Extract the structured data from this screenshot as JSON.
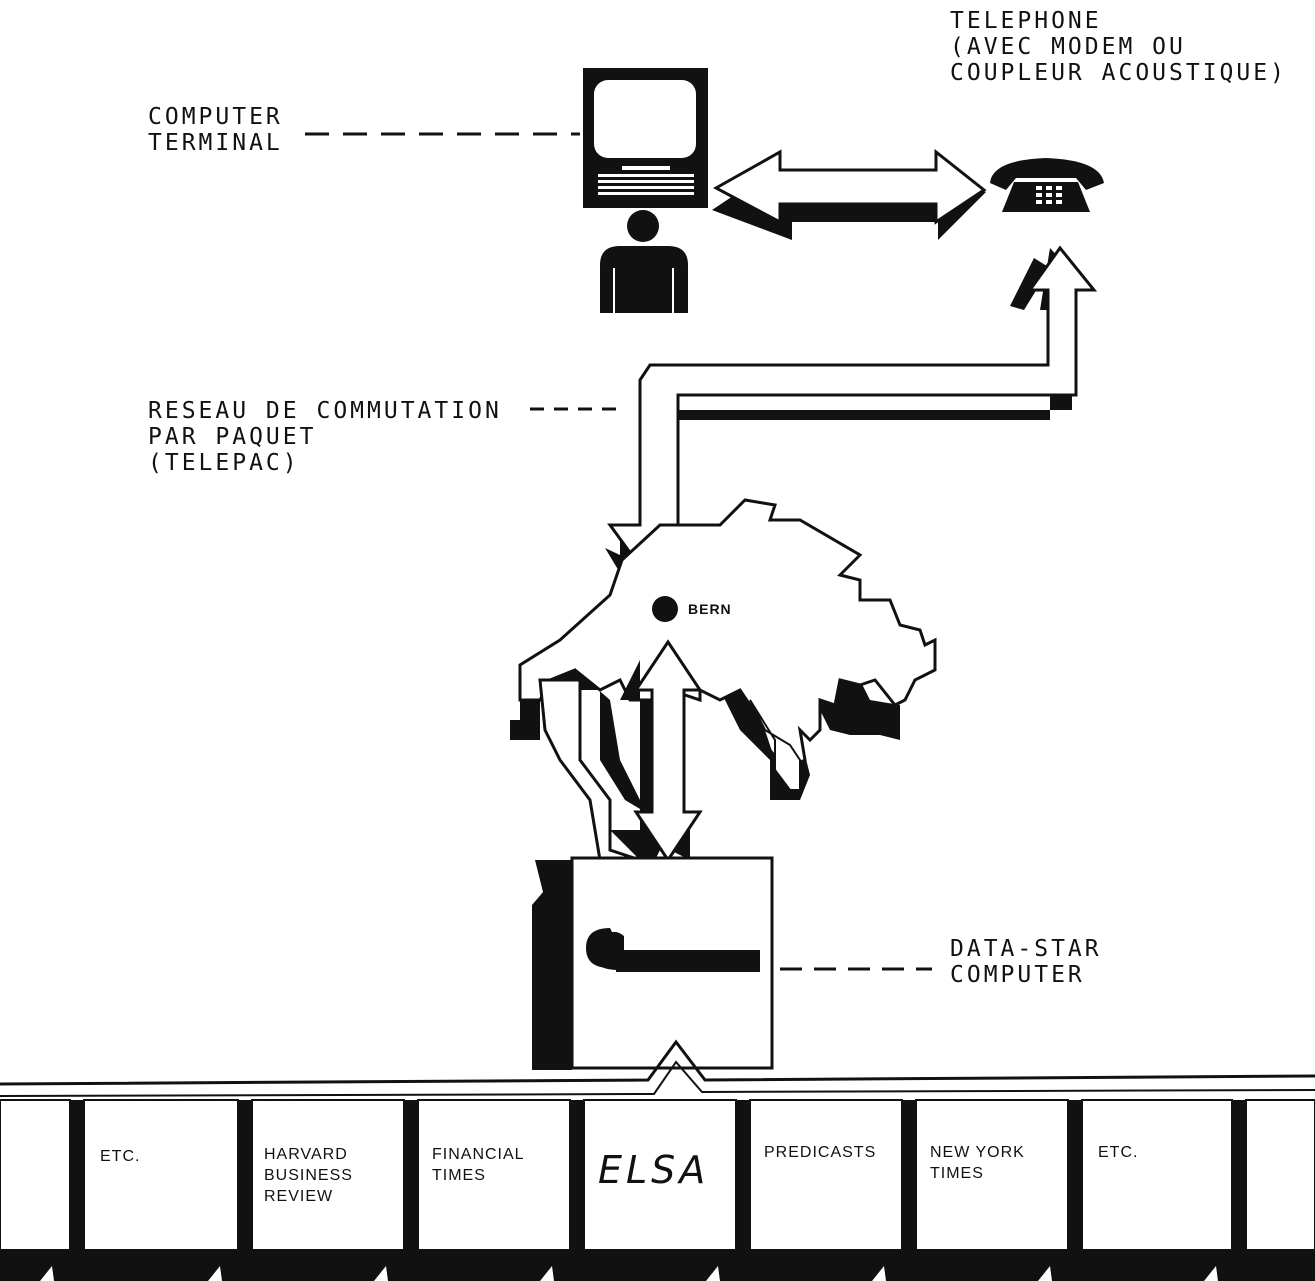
{
  "labels": {
    "terminal": [
      "COMPUTER",
      "TERMINAL"
    ],
    "telephone": [
      "TELEPHONE",
      "(AVEC MODEM OU",
      "COUPLEUR ACOUSTIQUE)"
    ],
    "network": [
      "RESEAU DE COMMUTATION",
      "PAR PAQUET",
      "(TELEPAC)"
    ],
    "datastar": [
      "DATA-STAR",
      "COMPUTER"
    ],
    "bern": "BERN"
  },
  "databases": [
    {
      "id": "etc-left",
      "lines": [
        "ETC."
      ]
    },
    {
      "id": "hbr",
      "lines": [
        "HARVARD",
        "BUSINESS",
        "REVIEW"
      ]
    },
    {
      "id": "ft",
      "lines": [
        "FINANCIAL",
        "TIMES"
      ]
    },
    {
      "id": "elsa",
      "lines": [
        "ELSA"
      ]
    },
    {
      "id": "predicasts",
      "lines": [
        "PREDICASTS"
      ]
    },
    {
      "id": "nyt",
      "lines": [
        "NEW YORK",
        "TIMES"
      ]
    },
    {
      "id": "etc-right",
      "lines": [
        "ETC."
      ]
    }
  ],
  "colors": {
    "ink": "#111111",
    "paper": "#ffffff"
  }
}
